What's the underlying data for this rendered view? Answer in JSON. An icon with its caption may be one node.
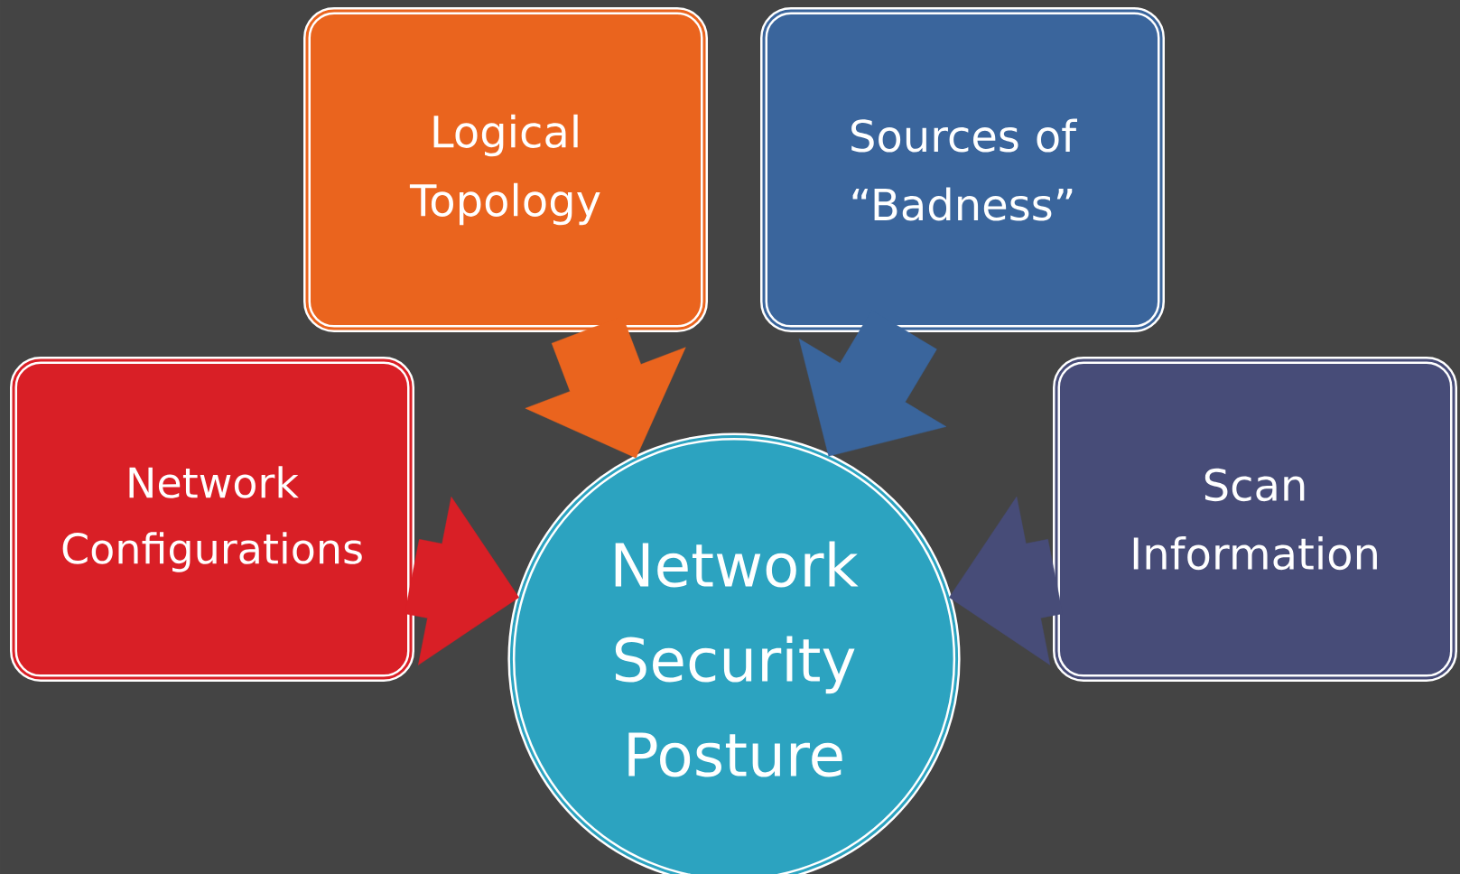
{
  "diagram": {
    "nodes": [
      {
        "text": [
          "Logical Topology"
        ]
      },
      {
        "text": [
          "Sources of “Badness”"
        ]
      },
      {
        "text": [
          "Network Configurations"
        ]
      },
      {
        "text": [
          "Scan Information"
        ]
      },
      {
        "text": [
          "Network Security Posture"
        ]
      }
    ],
    "edges": [
      {
        "from": 0,
        "to": 4,
        "arrow": "to",
        "color": "#ea641e"
      },
      {
        "from": 1,
        "to": 4,
        "arrow": "to",
        "color": "#3a659c"
      },
      {
        "from": 2,
        "to": 4,
        "arrow": "to",
        "color": "#d91f26"
      },
      {
        "from": 3,
        "to": 4,
        "arrow": "to",
        "color": "#474c78"
      }
    ]
  }
}
